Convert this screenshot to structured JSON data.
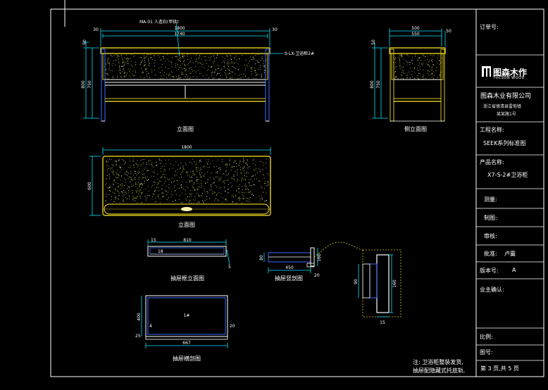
{
  "title_block": {
    "order_no_label": "订单号:",
    "logo_cn": "图森木作",
    "logo_en": "TUCSON WOOD",
    "company": "图森木业有限公司",
    "address_line1": "浙江省德清县雷甸镇",
    "address_line2": "某某路1号",
    "project_label": "工程名称:",
    "project_value": "SEEK系列标准图",
    "product_label": "产品名称:",
    "product_value": "X7-S-2#卫浴柜",
    "measure_label": "测量:",
    "drawn_label": "制图:",
    "review_label": "审核:",
    "approve_label": "批准:",
    "approve_value": "卢霙",
    "version_label": "版本号:",
    "version_value": "A",
    "owner_label": "业主确认:",
    "scale_label": "比例:",
    "drawing_no_label": "图号:",
    "page_label": "第 3 页,共 5 页"
  },
  "notes": {
    "line1": "注: 卫浴柜整装发货,",
    "line2": "抽屉配隐藏式托底轨."
  },
  "views": {
    "front_title": "立面图",
    "side_title": "侧立面图",
    "top_title": "立面图",
    "drawer_front_title": "抽屉框立面图",
    "drawer_section_title": "抽屉竖剖图",
    "drawer_plan_title": "抽屉横剖图"
  },
  "annotations": {
    "stone": "MA-01 人造石(甲供)",
    "cabinet": "S-LX-卫浴柜2#",
    "drawer_mark": "1#"
  },
  "dims": {
    "front_top1": "1800",
    "front_top2": "1740",
    "front_left_offset": "30",
    "front_right_offset": "30",
    "front_h_top": "50",
    "front_h1": "800",
    "front_h2": "750",
    "side_top1": "500",
    "side_top2": "550",
    "side_right_offset": "50",
    "side_h_top": "50",
    "side_h1": "800",
    "side_h2": "750",
    "top_width": "1800",
    "top_depth": "600",
    "df_left": "15",
    "df_width": "810",
    "df_inner": "18",
    "df_small": "5",
    "ds_height": "80",
    "ds_width": "450",
    "ds_right": "160",
    "ds_bottom": "20",
    "dd_h1": "90",
    "dd_h2": "160",
    "dd_bottom": "15",
    "dp_depth": "400",
    "dp_left": "4",
    "dp_right": "20",
    "dp_bottom_left": "25",
    "dp_width": "667"
  },
  "colors": {
    "frame": "#ffffff",
    "gold": "#d8c21a",
    "cyan": "#00e5ff",
    "blue": "#3d6bff",
    "stone_dots": "#c8c84a"
  }
}
